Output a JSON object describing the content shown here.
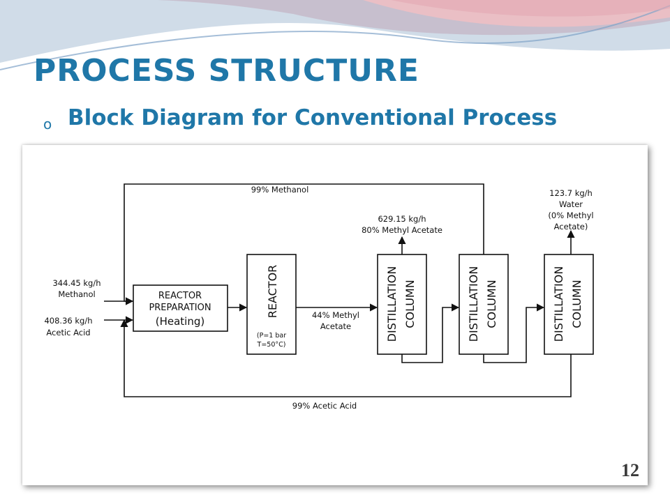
{
  "theme": {
    "title_color": "#1f77a8",
    "wave_colors": [
      "#d88a96",
      "#a9bfd6",
      "#7fa3c8",
      "#e3a9b3"
    ]
  },
  "slide": {
    "title": "PROCESS STRUCTURE",
    "bullet_marker": "o",
    "bullet_text": "Block Diagram for Conventional Process",
    "slide_number": "12"
  },
  "diagram": {
    "boxes": {
      "reactor_prep": {
        "lines": [
          "REACTOR",
          "PREPARATION"
        ],
        "sub": "(Heating)"
      },
      "reactor": {
        "label": "REACTOR",
        "conditions": [
          "(P=1 bar",
          "T=50°C)"
        ]
      },
      "column_1": {
        "lines": [
          "DISTILLATION",
          "COLUMN"
        ]
      },
      "column_2": {
        "lines": [
          "DISTILLATION",
          "COLUMN"
        ]
      },
      "column_3": {
        "lines": [
          "DISTILLATION",
          "COLUMN"
        ]
      }
    },
    "streams": {
      "methanol_feed": [
        "344.45 kg/h",
        "Methanol"
      ],
      "acid_feed": [
        "408.36 kg/h",
        "Acetic Acid"
      ],
      "methanol_recycle": "99% Methanol",
      "acid_recycle": "99% Acetic Acid",
      "reactor_outlet": [
        "44% Methyl",
        "Acetate"
      ],
      "top_product": [
        "629.15 kg/h",
        "80% Methyl Acetate"
      ],
      "water_product": [
        "123.7 kg/h",
        "Water",
        "(0% Methyl",
        "Acetate)"
      ]
    }
  }
}
